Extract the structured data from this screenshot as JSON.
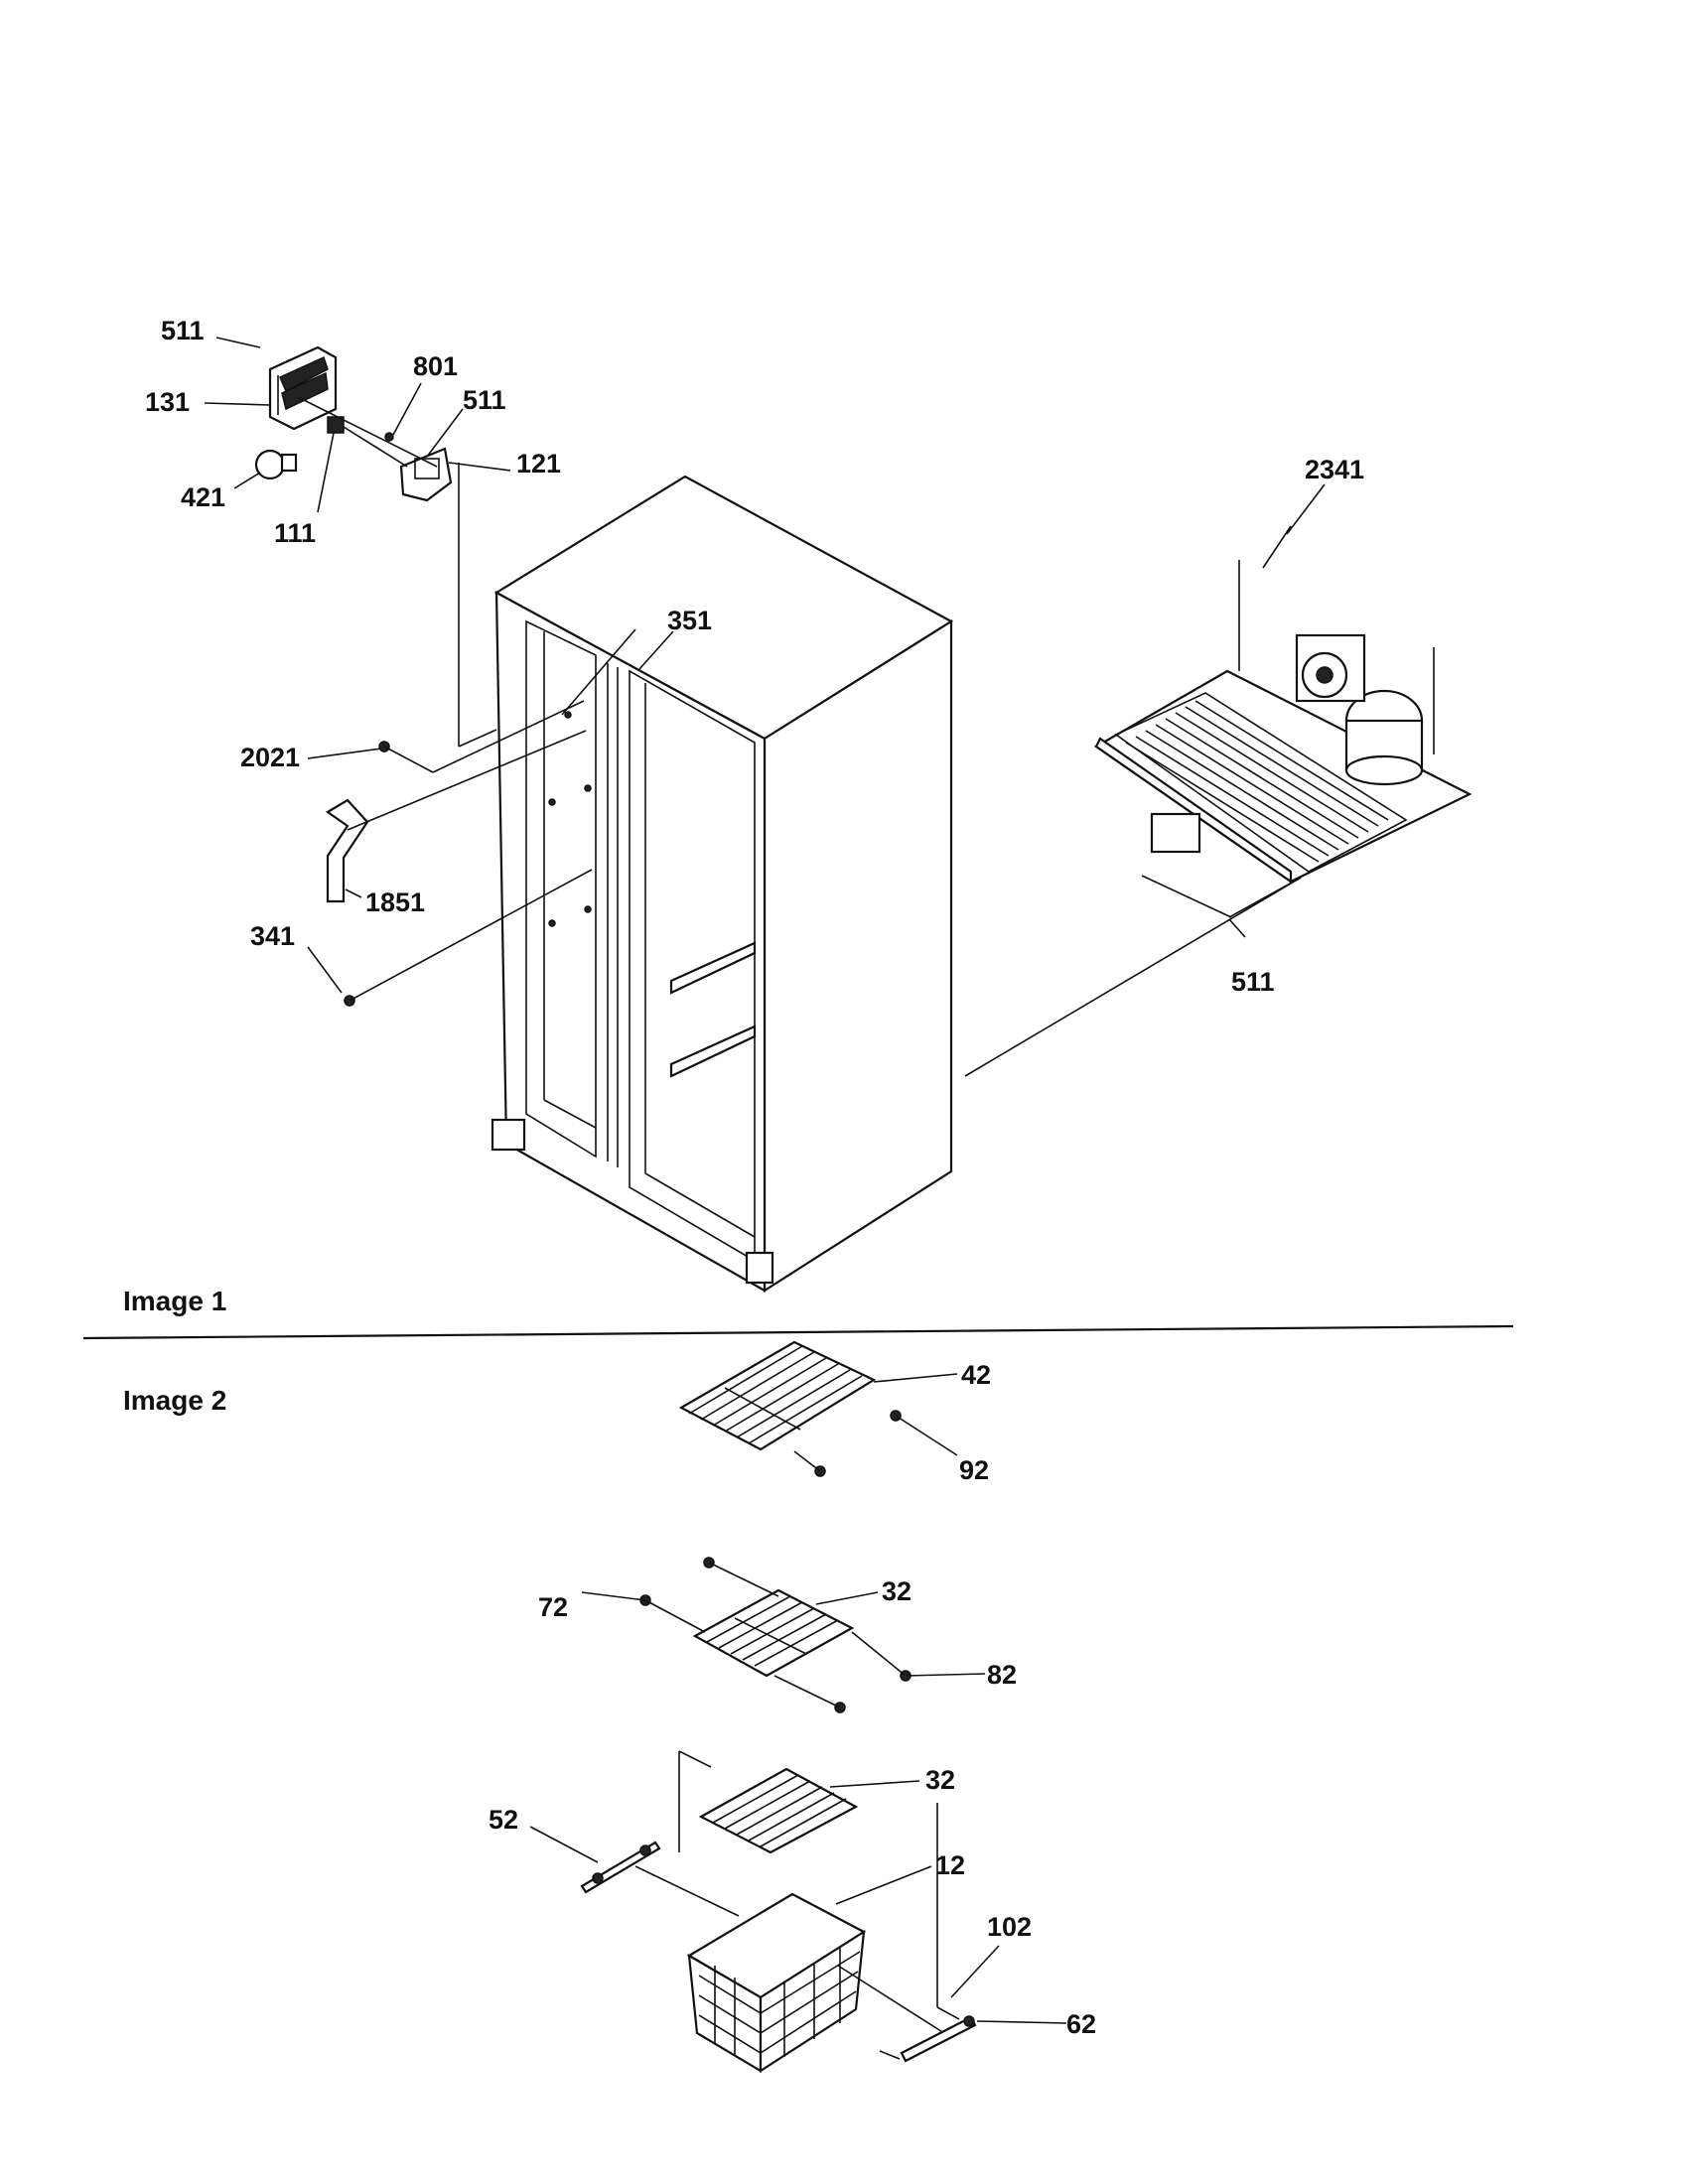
{
  "sections": {
    "image1": "Image 1",
    "image2": "Image 2"
  },
  "callouts": {
    "c511_top": "511",
    "c131": "131",
    "c801": "801",
    "c511_b": "511",
    "c121": "121",
    "c421": "421",
    "c111": "111",
    "c2341": "2341",
    "c351": "351",
    "c2021": "2021",
    "c1851": "1851",
    "c341": "341",
    "c511_unit": "511",
    "c42": "42",
    "c92": "92",
    "c32_a": "32",
    "c72": "72",
    "c82": "82",
    "c32_b": "32",
    "c52": "52",
    "c12": "12",
    "c102": "102",
    "c62": "62"
  }
}
